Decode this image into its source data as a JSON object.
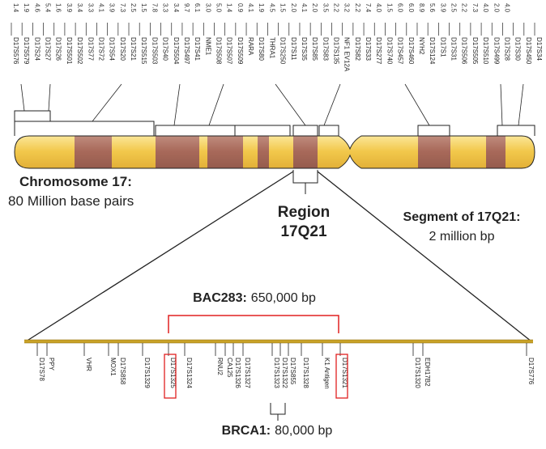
{
  "chromosome": {
    "title": "Chromosome 17:",
    "size_number": "80",
    "size_text": "Million base pairs",
    "top_markers": [
      {
        "num": "1.4",
        "name": "D17S576"
      },
      {
        "num": "1.9",
        "name": "D17S579"
      },
      {
        "num": "4.6",
        "name": "D17S24"
      },
      {
        "num": "5.4",
        "name": "D17S27"
      },
      {
        "num": "1.6",
        "name": "D17S26"
      },
      {
        "num": "3.9",
        "name": "D17S501"
      },
      {
        "num": "3.4",
        "name": "D17S502"
      },
      {
        "num": "3.3",
        "name": "D17S77"
      },
      {
        "num": "4.1",
        "name": "D17S72"
      },
      {
        "num": "3.9",
        "name": "D17S54"
      },
      {
        "num": "7.3",
        "name": "D17S20"
      },
      {
        "num": "2.5",
        "name": "D17S21"
      },
      {
        "num": "1.5",
        "name": "D17S515"
      },
      {
        "num": "7.8",
        "name": "D17S503"
      },
      {
        "num": "3.3",
        "name": "D17S40"
      },
      {
        "num": "3.4",
        "name": "D17S504"
      },
      {
        "num": "9.7",
        "name": "D17S497"
      },
      {
        "num": "6.1",
        "name": "D17S41"
      },
      {
        "num": "3.0",
        "name": "NME1"
      },
      {
        "num": "5.0",
        "name": "D17S508"
      },
      {
        "num": "1.4",
        "name": "D17S507"
      },
      {
        "num": "0.9",
        "name": "D17S509"
      },
      {
        "num": "4.1",
        "name": "RARA"
      },
      {
        "num": "1.9",
        "name": "D17S80"
      },
      {
        "num": "4.5",
        "name": "THRA1"
      },
      {
        "num": "1.5",
        "name": "D17S250"
      },
      {
        "num": "2.0",
        "name": "D17S11"
      },
      {
        "num": "4.1",
        "name": "D17S35"
      },
      {
        "num": "2.0",
        "name": "D17S85"
      },
      {
        "num": "3.5",
        "name": "D17S83"
      },
      {
        "num": "2.2",
        "name": "D17S135"
      },
      {
        "num": "3.2",
        "name": "NF1 EV12A"
      },
      {
        "num": "2.2",
        "name": "D17S82"
      },
      {
        "num": "7.4",
        "name": "D17S33"
      },
      {
        "num": "4.0",
        "name": "D17S277"
      },
      {
        "num": "1.5",
        "name": "D17S740"
      },
      {
        "num": "6.0",
        "name": "D17S457"
      },
      {
        "num": "6.0",
        "name": "D17S460"
      },
      {
        "num": "8.9",
        "name": "NYH2"
      },
      {
        "num": "5.6",
        "name": "D17S124"
      },
      {
        "num": "3.9",
        "name": "D17S1"
      },
      {
        "num": "2.5",
        "name": "D17S31"
      },
      {
        "num": "2.2",
        "name": "D17S506"
      },
      {
        "num": "7.3",
        "name": "D17S505"
      },
      {
        "num": "4.0",
        "name": "D17S510"
      },
      {
        "num": "2.0",
        "name": "D17S499"
      },
      {
        "num": "4.0",
        "name": "D17S28"
      },
      {
        "num": "",
        "name": "D17S30"
      },
      {
        "num": "",
        "name": "D17S450"
      },
      {
        "num": "",
        "name": "D17S34"
      }
    ]
  },
  "region": {
    "title_line1": "Region",
    "title_line2": "17Q21"
  },
  "segment": {
    "title": "Segment of 17Q21:",
    "size": "2 million bp"
  },
  "bac": {
    "name": "BAC283:",
    "size": "650,000 bp"
  },
  "brca": {
    "name": "BRCA1:",
    "size": "80,000 bp"
  },
  "segment_markers": [
    {
      "name": "D17S78"
    },
    {
      "name": "PPY"
    },
    {
      "name": "VHR"
    },
    {
      "name": "MOX1"
    },
    {
      "name": "D17S858"
    },
    {
      "name": "D17S1329"
    },
    {
      "name": "D17S1325",
      "boxed": true
    },
    {
      "name": "D17S1324"
    },
    {
      "name": "RNU2"
    },
    {
      "name": "CA125"
    },
    {
      "name": "D17S1326"
    },
    {
      "name": "D17S1327"
    },
    {
      "name": "D17S1323"
    },
    {
      "name": "D17S1322"
    },
    {
      "name": "D17S855"
    },
    {
      "name": "D17S1328"
    },
    {
      "name": "K1 Antigen"
    },
    {
      "name": "D17S1321",
      "boxed": true
    },
    {
      "name": "D17S1320"
    },
    {
      "name": "EDH17B2"
    },
    {
      "name": "D17S776"
    }
  ],
  "colors": {
    "band_light": "#f2c84b",
    "band_dark": "#a8695a",
    "bar_gold": "#c9a227",
    "bracket_red": "#e02020",
    "line": "#222222"
  }
}
